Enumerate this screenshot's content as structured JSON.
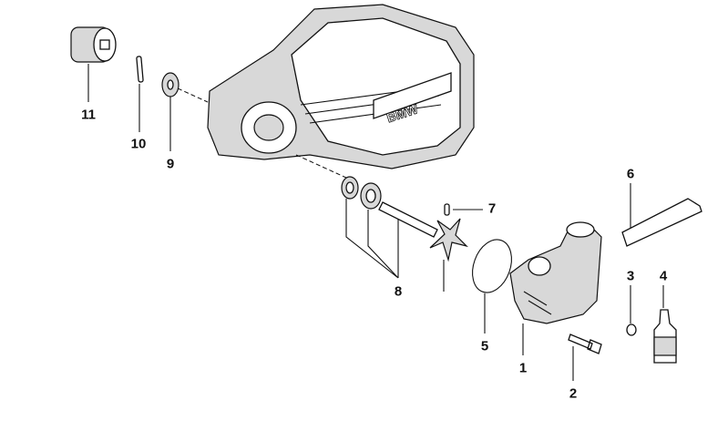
{
  "diagram": {
    "housing_logo": "BMW",
    "callouts": {
      "p1": "1",
      "p2": "2",
      "p3": "3",
      "p4": "4",
      "p5": "5",
      "p6": "6",
      "p7": "7",
      "p8": "8",
      "p9": "9",
      "p10": "10",
      "p11": "11"
    }
  }
}
